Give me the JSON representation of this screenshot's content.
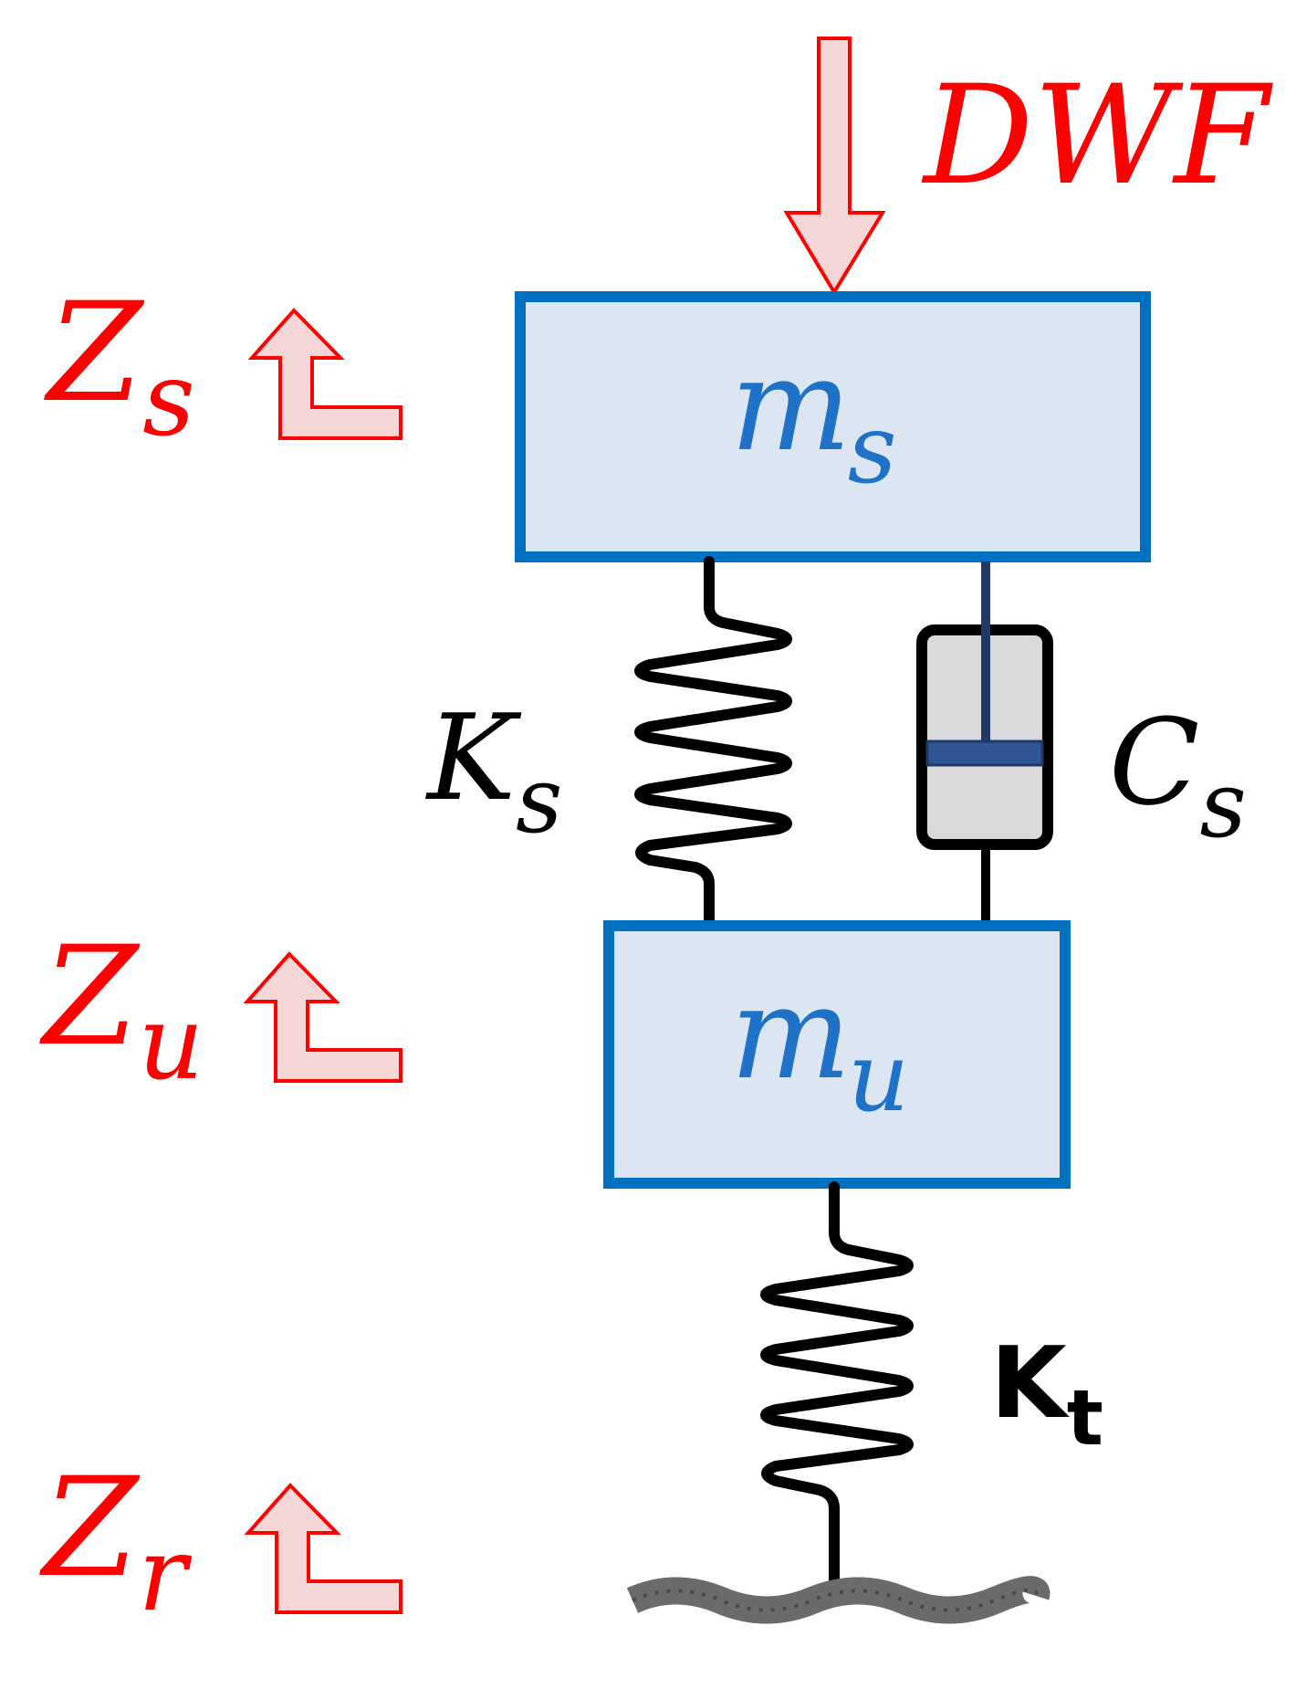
{
  "diagram": {
    "input_force": {
      "main": "DWF"
    },
    "sprung_mass": {
      "main": "m",
      "sub": "s"
    },
    "unsprung_mass": {
      "main": "m",
      "sub": "u"
    },
    "suspension_spring": {
      "main": "K",
      "sub": "s"
    },
    "damper": {
      "main": "C",
      "sub": "s"
    },
    "tire_spring": {
      "main": "K",
      "sub": "t"
    },
    "displacements": {
      "sprung": {
        "main": "Z",
        "sub": "s"
      },
      "unsprung": {
        "main": "Z",
        "sub": "u"
      },
      "road": {
        "main": "Z",
        "sub": "r"
      }
    }
  },
  "colors": {
    "accent_red": "#ff0000",
    "arrow_fill": "#f4d6d6",
    "mass_fill": "#dce6f2",
    "mass_stroke": "#0070c0",
    "mass_text": "#1f72c8",
    "damper_rod": "#1f3864",
    "damper_piston": "#2f5597",
    "damper_body": "#d9d9d9",
    "ground": "#6b6b6b"
  }
}
